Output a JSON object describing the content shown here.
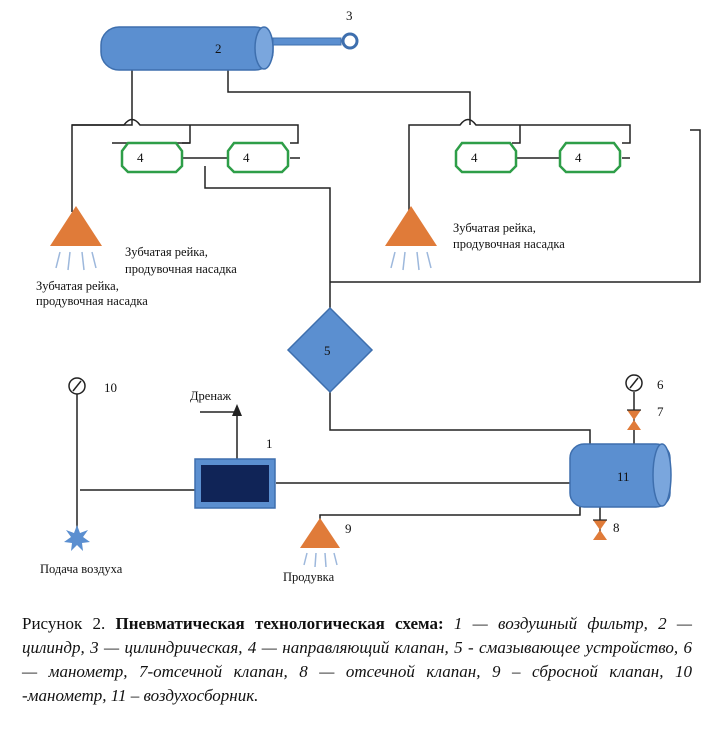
{
  "labels": {
    "cylinder": "2",
    "rod": "3",
    "valve_a": "4",
    "valve_b": "4",
    "valve_c": "4",
    "valve_d": "4",
    "lubricator": "5",
    "gauge_right": "6",
    "cutoff_top": "7",
    "cutoff_bottom": "8",
    "relief": "9",
    "gauge_left": "10",
    "receiver": "11",
    "filter": "1",
    "rack_left_1": "Зубчатая рейка,",
    "rack_left_2": "продувочная насадка",
    "rack_mid_1": "Зубчатая рейка,",
    "rack_mid_2": "продувочная насадка",
    "rack_right_1": "Зубчатая рейка,",
    "rack_right_2": "продувочная насадка",
    "drain": "Дренаж",
    "air_supply": "Подача воздуха",
    "blowdown": "Продувка"
  },
  "caption": {
    "prefix": "Рисунок 2. ",
    "title": "Пневматическая технологическая схема:",
    "body": " 1 — воздушный фильтр, 2 — цилиндр, 3 — цилиндрическая, 4 — направляющий клапан, 5 - смазывающее устройство, 6 — манометр, 7-отсечной клапан, 8 — отсечной клапан, 9 – сбросной клапан, 10 -манометр, 11 – воздухосборник."
  },
  "colors": {
    "blue": "#5B8FD0",
    "blue_dark": "#3E6FAE",
    "filter_fill": "#102457",
    "valve_green": "#2E9E48",
    "orange": "#E07B39",
    "nozzle_blue": "#9DB8DC"
  }
}
